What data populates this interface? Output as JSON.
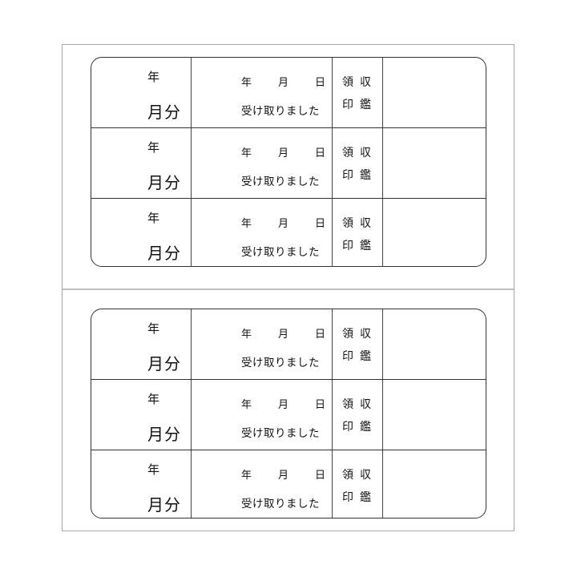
{
  "form": {
    "cards": [
      {
        "rows": [
          {
            "year": "年",
            "month_part": "月分",
            "date": [
              "年",
              "月",
              "日"
            ],
            "received": "受け取りました",
            "stamp_line1": "領収",
            "stamp_line2": "印鑑"
          },
          {
            "year": "年",
            "month_part": "月分",
            "date": [
              "年",
              "月",
              "日"
            ],
            "received": "受け取りました",
            "stamp_line1": "領収",
            "stamp_line2": "印鑑"
          },
          {
            "year": "年",
            "month_part": "月分",
            "date": [
              "年",
              "月",
              "日"
            ],
            "received": "受け取りました",
            "stamp_line1": "領収",
            "stamp_line2": "印鑑"
          }
        ]
      },
      {
        "rows": [
          {
            "year": "年",
            "month_part": "月分",
            "date": [
              "年",
              "月",
              "日"
            ],
            "received": "受け取りました",
            "stamp_line1": "領収",
            "stamp_line2": "印鑑"
          },
          {
            "year": "年",
            "month_part": "月分",
            "date": [
              "年",
              "月",
              "日"
            ],
            "received": "受け取りました",
            "stamp_line1": "領収",
            "stamp_line2": "印鑑"
          },
          {
            "year": "年",
            "month_part": "月分",
            "date": [
              "年",
              "月",
              "日"
            ],
            "received": "受け取りました",
            "stamp_line1": "領収",
            "stamp_line2": "印鑑"
          }
        ]
      }
    ],
    "colors": {
      "line": "#333333",
      "sheet_border": "#a8a8a8",
      "divider": "#bdbdbd"
    }
  }
}
